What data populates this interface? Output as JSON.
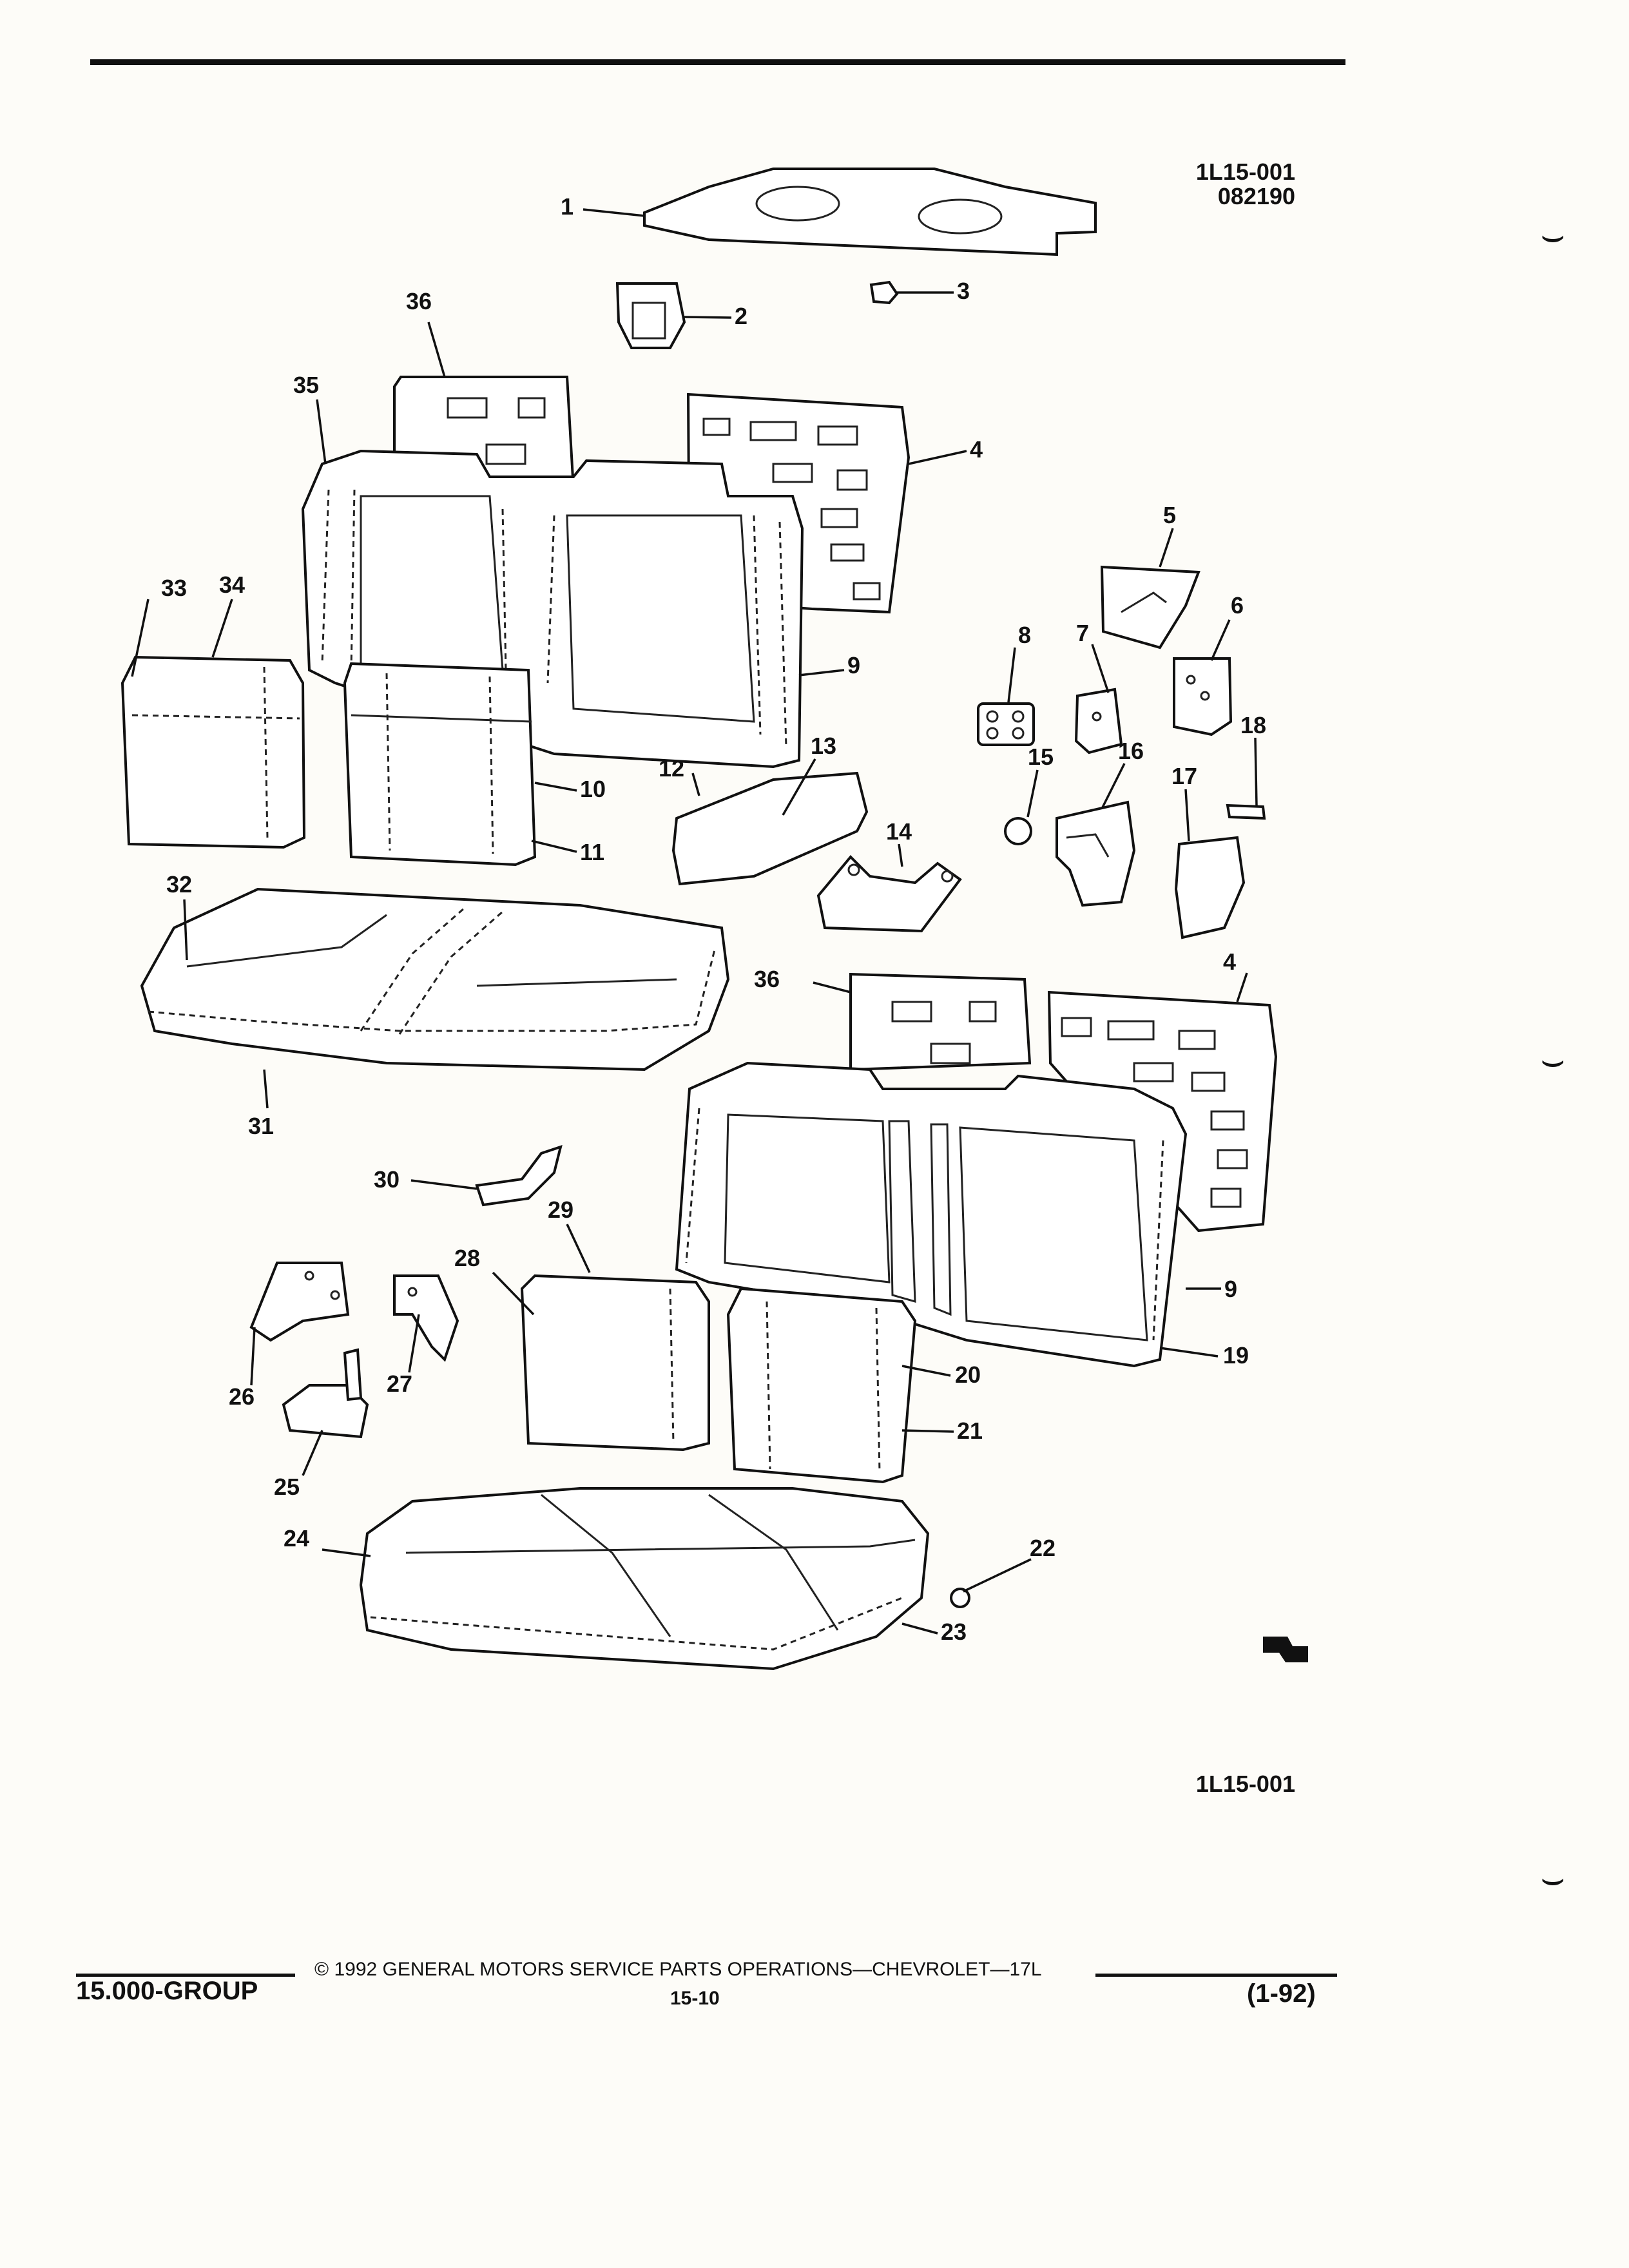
{
  "figure": {
    "id_top": "1L15-001",
    "date_code": "082190",
    "id_bottom": "1L15-001"
  },
  "callouts": [
    "1",
    "2",
    "3",
    "4",
    "5",
    "6",
    "7",
    "8",
    "9",
    "10",
    "11",
    "12",
    "13",
    "14",
    "15",
    "16",
    "17",
    "18",
    "19",
    "20",
    "21",
    "22",
    "23",
    "24",
    "25",
    "26",
    "27",
    "28",
    "29",
    "30",
    "31",
    "32",
    "33",
    "34",
    "35",
    "36",
    "36",
    "4",
    "9"
  ],
  "footer": {
    "copyright_symbol": "©",
    "copyright_text": "1992  GENERAL MOTORS SERVICE PARTS OPERATIONS—CHEVROLET—17L",
    "group_label": "15.000-GROUP",
    "page_number": "15-10",
    "revision": "(1-92)"
  },
  "colors": {
    "ink": "#111111",
    "paper": "#fdfcf8"
  }
}
